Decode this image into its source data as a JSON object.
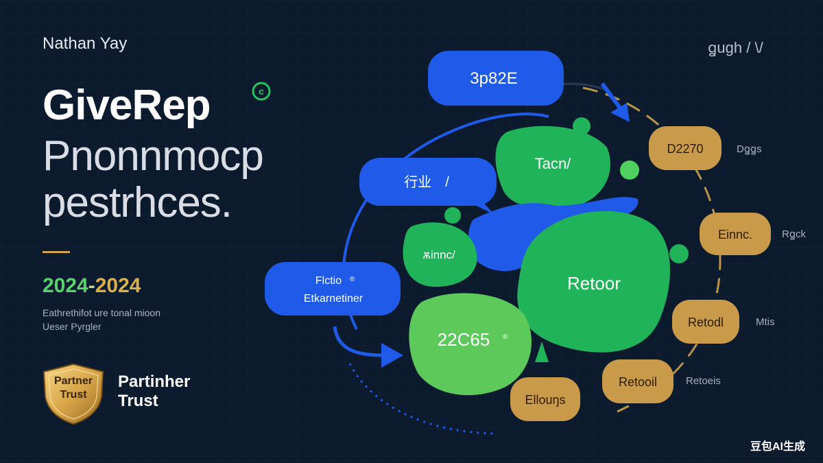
{
  "header": {
    "author": "Nathan Yay",
    "top_right_text": "ꬶugh  / \\/"
  },
  "hero": {
    "brand": "GiveRep",
    "brand_mark": "©",
    "headline_line1": "Pnonnmocp",
    "headline_line2": "pestrhces.",
    "years": {
      "start": "2024",
      "separator": "-",
      "end": "2024"
    },
    "description_line1": "Eathrethifot ure tonal mioon",
    "description_line2": "Ueser Pyrgler"
  },
  "badge": {
    "shield_line1": "Partner",
    "shield_line2": "Trust",
    "label_line1": "Partinher",
    "label_line2": "Trust"
  },
  "diagram": {
    "blue_bubbles": {
      "top": "3p82E",
      "middle": "行业　/",
      "bottom_line1": "Flctio",
      "bottom_mark": "®",
      "bottom_line2": "Etkarnetiner"
    },
    "green_blobs": {
      "top": "Tacn/",
      "left": "ѫinnc/",
      "center": "Retoor",
      "bottom": "22C65",
      "bottom_mark": "®"
    },
    "gold_nodes": [
      "D2270",
      "Einnc.",
      "Retodl",
      "Retooil",
      "Ellouŋs"
    ],
    "side_labels": [
      "Dꬶꬶs",
      "Rꬶck",
      "Mtis",
      "Retoeis"
    ]
  },
  "watermark": "豆包AI生成",
  "colors": {
    "background": "#0c1a2e",
    "blue": "#1f5be8",
    "green": "#21b35a",
    "light_green": "#5cc95a",
    "gold": "#c99a4a",
    "accent_green": "#22c55e"
  }
}
